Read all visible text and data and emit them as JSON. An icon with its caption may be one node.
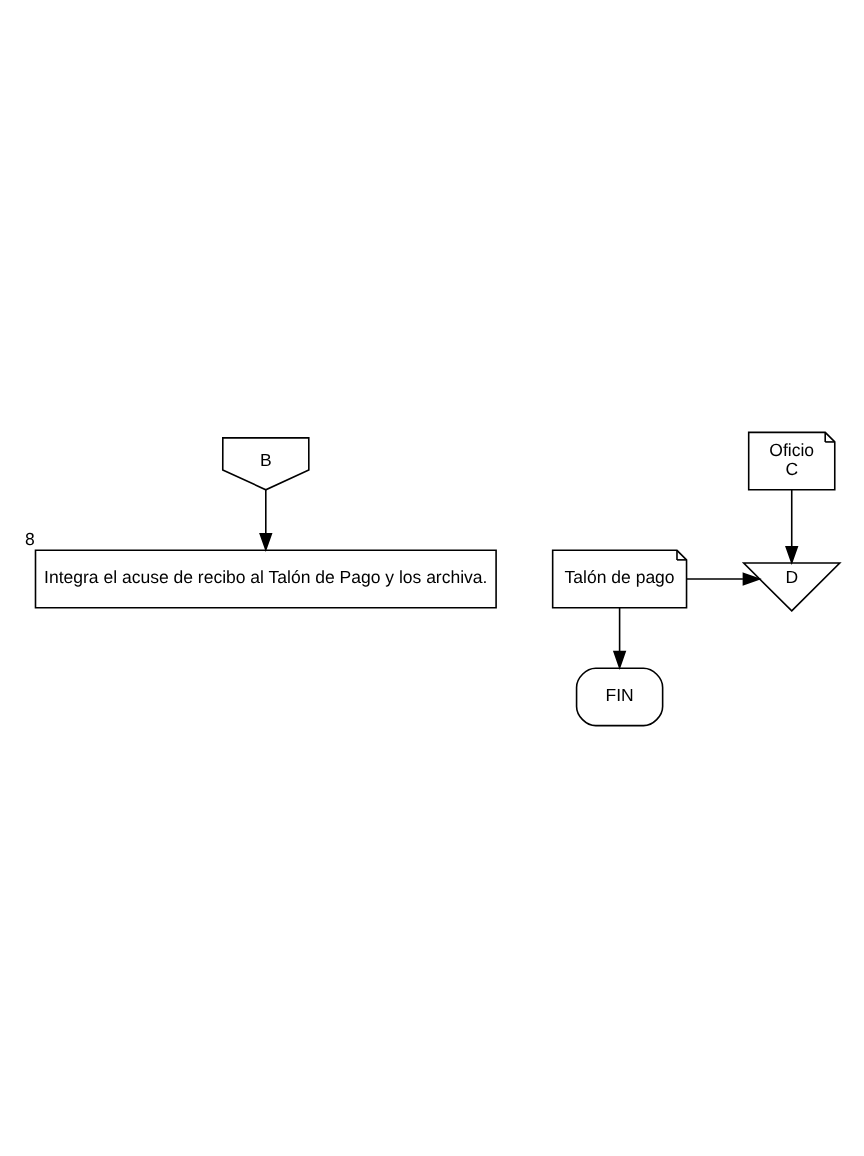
{
  "diagram": {
    "nodes": [
      {
        "text": [
          "B"
        ]
      },
      {
        "text": [
          "Integra el acuse de recibo al Talón de Pago y los archiva."
        ],
        "beside": [
          "8"
        ]
      },
      {
        "text": [
          "Oficio",
          "C"
        ]
      },
      {
        "text": [
          "Talón de pago"
        ]
      },
      {
        "text": [
          "D"
        ]
      },
      {
        "text": [
          "FIN"
        ]
      }
    ],
    "edges": [
      {
        "from": 0,
        "to": 1,
        "arrow": "to"
      },
      {
        "from": 2,
        "to": 4,
        "arrow": "to"
      },
      {
        "from": 3,
        "to": 4,
        "arrow": "to"
      },
      {
        "from": 3,
        "to": 5,
        "arrow": "to"
      }
    ]
  }
}
